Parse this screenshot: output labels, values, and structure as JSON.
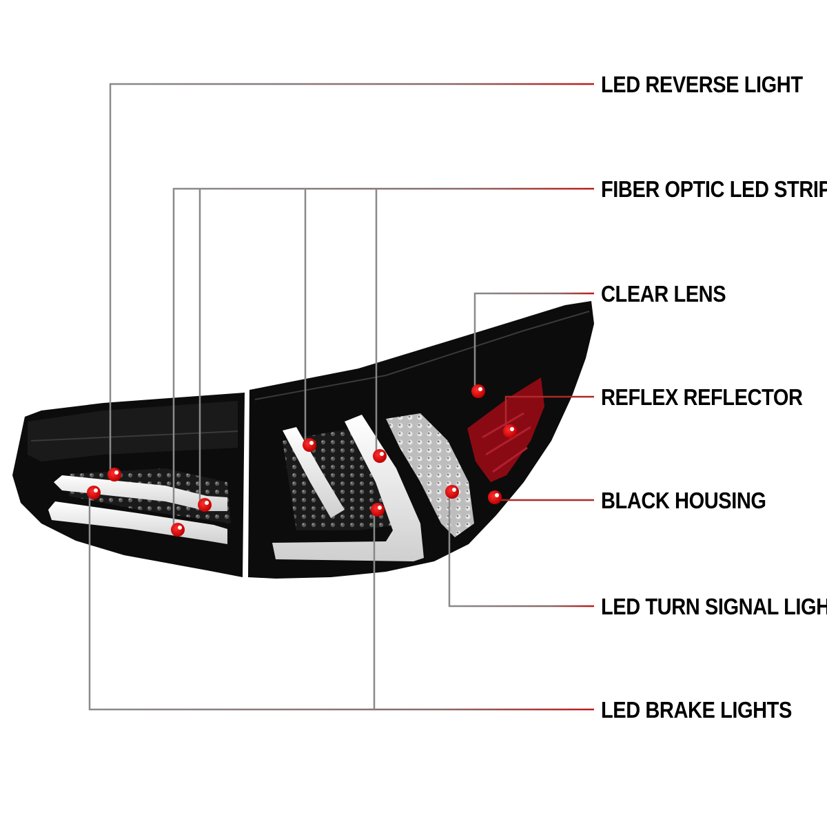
{
  "labels": {
    "reverse": "LED REVERSE LIGHT",
    "fiber": "FIBER OPTIC LED STRIPS",
    "clear_lens": "CLEAR LENS",
    "reflector": "REFLEX REFLECTOR",
    "housing": "BLACK HOUSING",
    "turn": "LED TURN SIGNAL LIGHT",
    "brake": "LED BRAKE LIGHTS"
  },
  "colors": {
    "line_gray": "#888888",
    "line_red": "#c01818",
    "dot_red": "#e00000",
    "housing": "#0c0c0c",
    "reflector_red": "#8a0a14",
    "fiber_white": "#f0f0f0"
  },
  "icons": {
    "callout_dot": "red-dot-marker"
  }
}
